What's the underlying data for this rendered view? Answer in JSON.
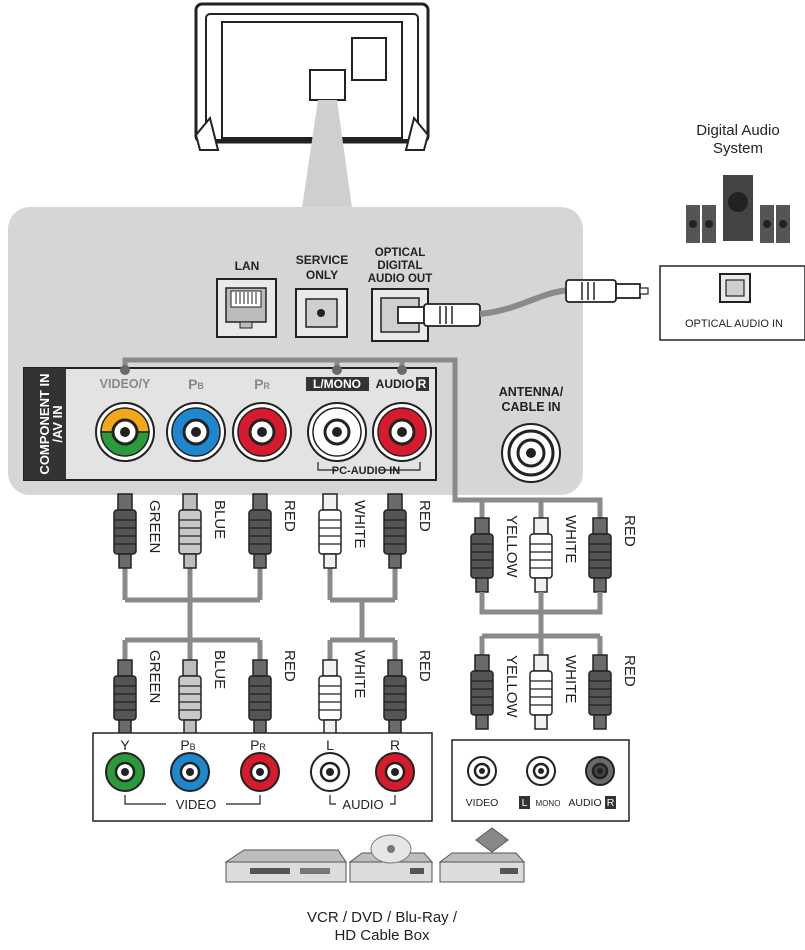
{
  "tv_panel": {
    "section_label_line1": "COMPONENT IN",
    "section_label_line2": "/AV IN",
    "ports": {
      "lan": "LAN",
      "service_line1": "SERVICE",
      "service_line2": "ONLY",
      "optical_line1": "OPTICAL",
      "optical_line2": "DIGITAL",
      "optical_line3": "AUDIO OUT",
      "video_y": "VIDEO/Y",
      "pb_main": "P",
      "pb_sub": "B",
      "pr_main": "P",
      "pr_sub": "R",
      "l_mono": "L/MONO",
      "audio_r_text": "AUDIO",
      "audio_r_box": "R",
      "pc_audio_in": "PC-AUDIO IN",
      "antenna_line1": "ANTENNA/",
      "antenna_line2": "CABLE IN"
    },
    "colors": {
      "panel_bg": "#d6d6d6",
      "yellow": "#f2a818",
      "green": "#2a9a3a",
      "blue": "#1e88cf",
      "red": "#d81b2c"
    }
  },
  "digital_audio": {
    "title_line1": "Digital Audio",
    "title_line2": "System",
    "port_label": "OPTICAL AUDIO IN"
  },
  "cable_labels": {
    "upper_component": [
      "GREEN",
      "BLUE",
      "RED"
    ],
    "upper_audio": [
      "WHITE",
      "RED"
    ],
    "upper_av": [
      "YELLOW",
      "WHITE",
      "RED"
    ],
    "lower_component": [
      "GREEN",
      "BLUE",
      "RED"
    ],
    "lower_audio": [
      "WHITE",
      "RED"
    ],
    "lower_av": [
      "YELLOW",
      "WHITE",
      "RED"
    ]
  },
  "component_device": {
    "jack_labels": [
      "Y",
      "P",
      "P",
      "L",
      "R"
    ],
    "jack_subs": [
      "",
      "B",
      "R",
      "",
      ""
    ],
    "video_group": "VIDEO",
    "audio_group": "AUDIO"
  },
  "av_device": {
    "video": "VIDEO",
    "l_box": "L",
    "mono": "MONO",
    "audio": "AUDIO",
    "r_box": "R"
  },
  "source_devices": {
    "caption_line1": "VCR / DVD / Blu-Ray /",
    "caption_line2": "HD Cable Box"
  }
}
